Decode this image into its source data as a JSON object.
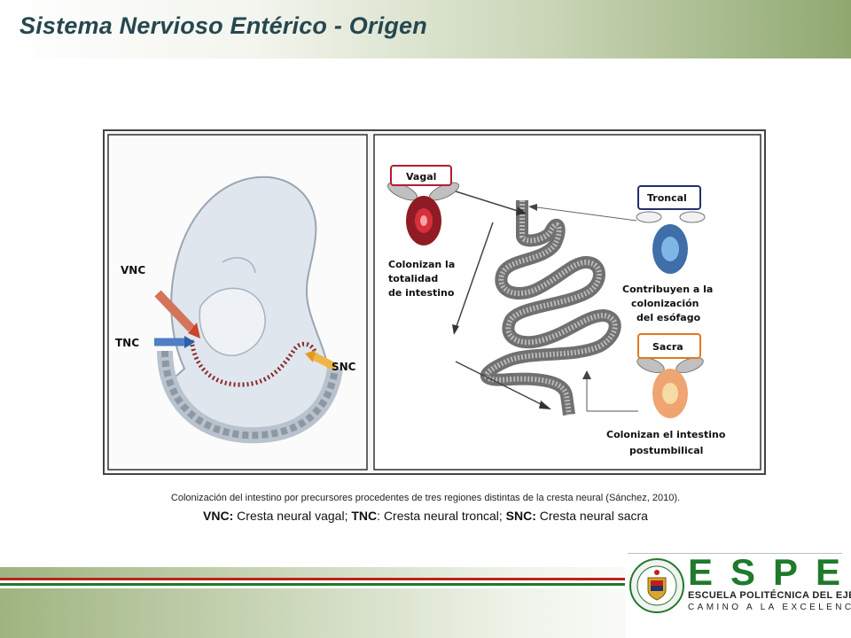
{
  "header": {
    "title": "Sistema Nervioso Entérico - Origen"
  },
  "figure": {
    "left_labels": {
      "vnc": "VNC",
      "tnc": "TNC",
      "snc": "SNC"
    },
    "vagal": {
      "label": "Vagal",
      "line1": "Colonizan la",
      "line2": "totalidad",
      "line3": "de intestino",
      "color": "#b11e2d"
    },
    "troncal": {
      "label": "Troncal",
      "line1": "Contribuyen a la",
      "line2": "colonización",
      "line3": "del esófago",
      "color": "#23306e"
    },
    "sacra": {
      "label": "Sacra",
      "line1": "Colonizan el intestino",
      "line2": "postumbilical",
      "color": "#e07a1f"
    }
  },
  "caption": {
    "line1": "Colonización del intestino por precursores procedentes de tres regiones distintas de la cresta neural  (Sánchez, 2010).",
    "vnc_abbr": "VNC:",
    "vnc_text": " Cresta neural vagal; ",
    "tnc_abbr": "TNC",
    "tnc_text": ": Cresta neural troncal; ",
    "snc_abbr": "SNC:",
    "snc_text": " Cresta neural sacra"
  },
  "footer": {
    "brand": "ESPE",
    "school": "ESCUELA POLITÉCNICA DEL EJÉRCITO",
    "motto": "CAMINO A LA EXCELENCIA",
    "brand_color": "#1f7a2b"
  }
}
